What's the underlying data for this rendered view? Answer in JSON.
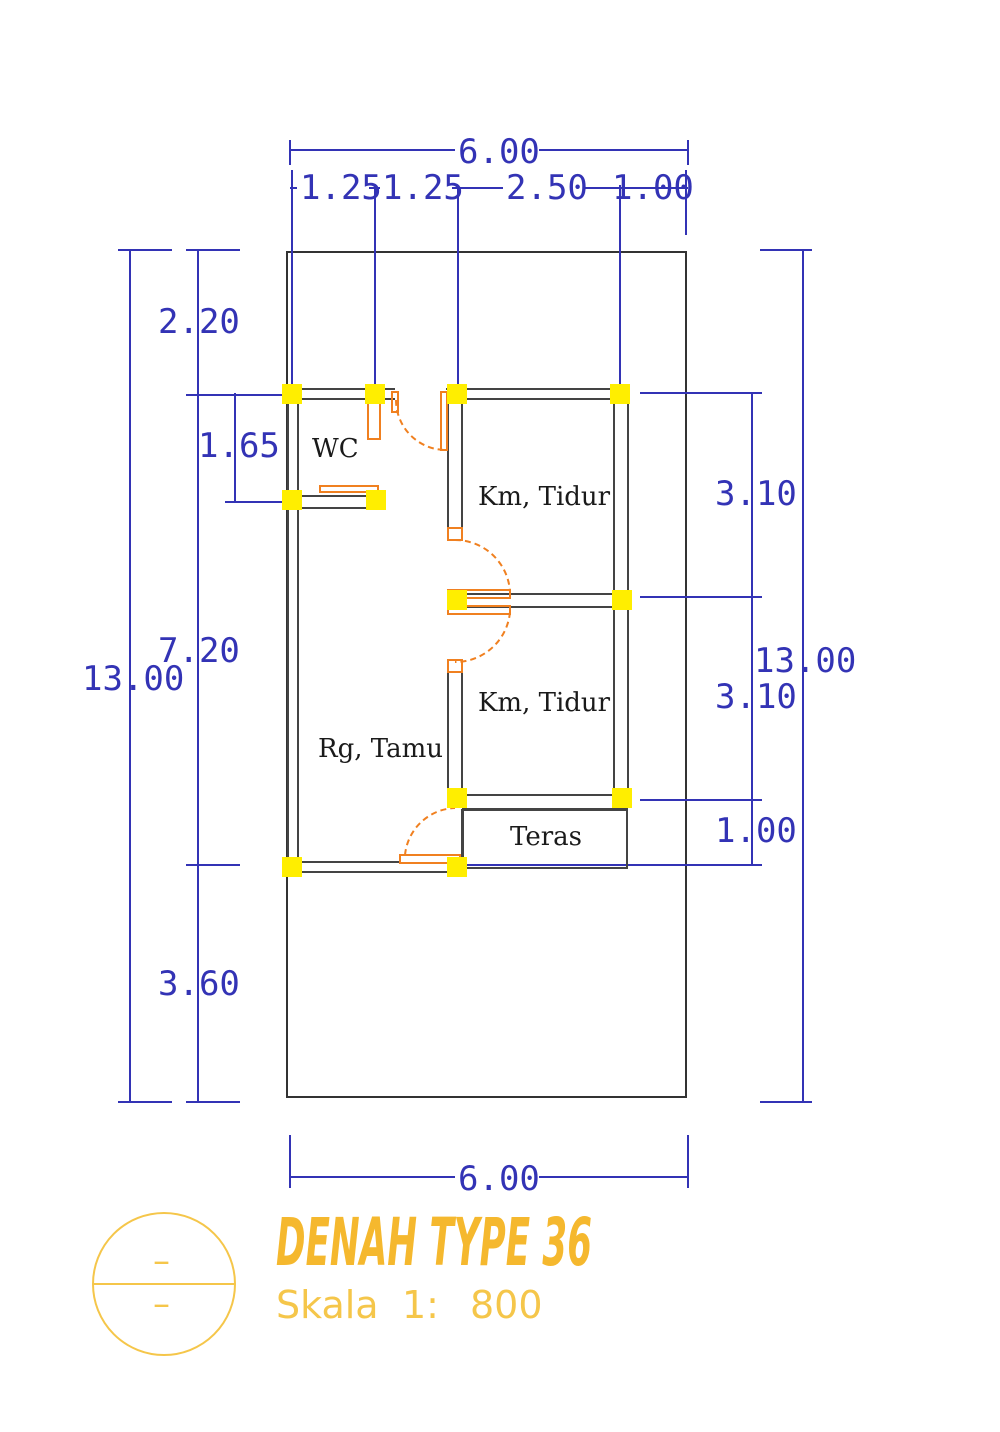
{
  "title": "DENAH TYPE 36",
  "scale": {
    "label": "Skala",
    "ratio": "1:",
    "value": "800"
  },
  "section_symbol": {
    "top": "–",
    "bottom": "–"
  },
  "rooms": {
    "wc": "WC",
    "bedroom_1": "Km, Tidur",
    "bedroom_2": "Km, Tidur",
    "living": "Rg, Tamu",
    "terrace": "Teras"
  },
  "dimensions": {
    "top_total": "6.00",
    "top_1": "1.25",
    "top_2": "1.25",
    "top_3": "2.50",
    "top_4": "1.00",
    "bottom_total": "6.00",
    "left_total": "13.00",
    "left_1": "2.20",
    "left_wc": "1.65",
    "left_2": "7.20",
    "left_3": "3.60",
    "right_total": "13.00",
    "right_1": "3.10",
    "right_2": "3.10",
    "right_3": "1.00"
  },
  "colors": {
    "dimension": "#3333b5",
    "wall": "#555555",
    "column": "#ffee00",
    "door": "#f08020",
    "title": "#f5b82e"
  }
}
